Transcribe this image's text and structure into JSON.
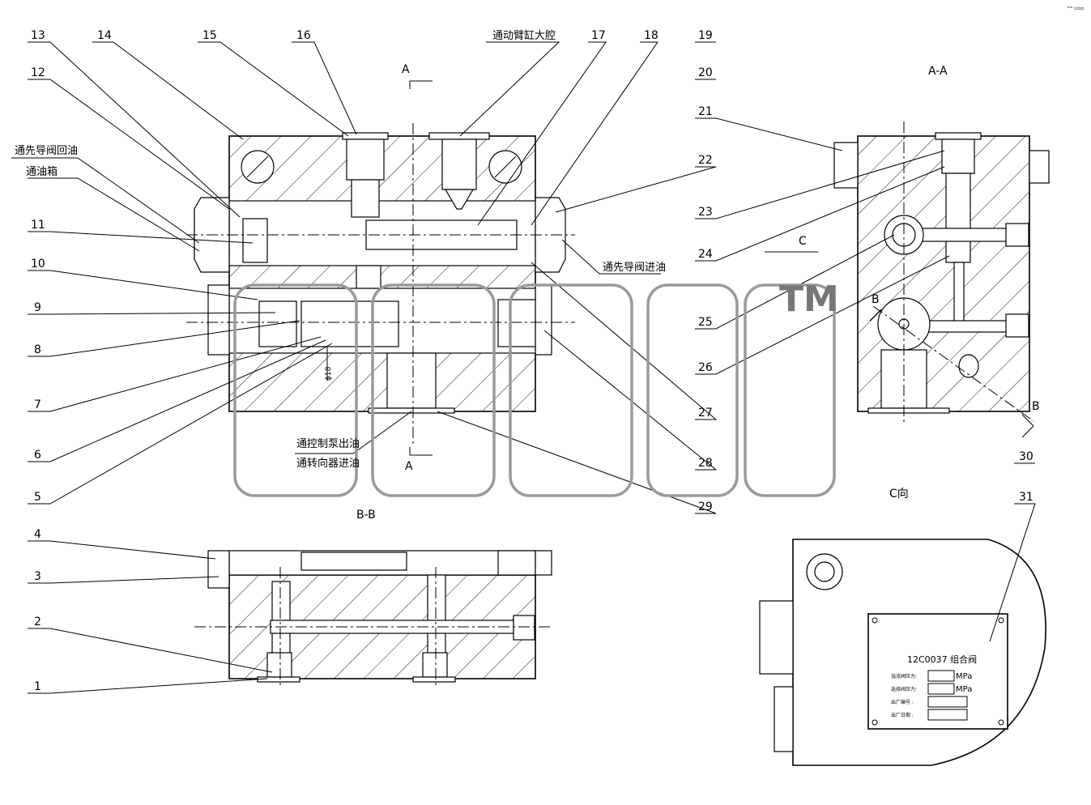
{
  "views": {
    "main_section_top": "A",
    "main_section_bottom": "A",
    "view_aa": "A-A",
    "view_bb": "B-B",
    "view_c_arrow": "C",
    "view_c": "C向",
    "section_b_top": "B",
    "section_b_bottom": "B"
  },
  "part_numbers": [
    "1",
    "2",
    "3",
    "4",
    "5",
    "6",
    "7",
    "8",
    "9",
    "10",
    "11",
    "12",
    "13",
    "14",
    "15",
    "16",
    "17",
    "18",
    "19",
    "20",
    "21",
    "22",
    "23",
    "24",
    "25",
    "26",
    "27",
    "28",
    "29",
    "30",
    "31"
  ],
  "annotations": {
    "pilot_return": "通先导阀回油",
    "to_tank": "通油箱",
    "to_boom_cyl": "通动臂缸大腔",
    "pilot_inlet": "通先导阀进油",
    "pump_out": "通控制泵出油",
    "steering_in": "通转向器进油",
    "diameter": "ϕ18"
  },
  "nameplate": {
    "model": "12C0037 组合阀",
    "relief_pressure_label": "溢流阀压力:",
    "select_pressure_label": "选择阀压力:",
    "unit_mpa": "MPa",
    "serial_label": "出厂编号  :",
    "date_label": "出厂日期  :"
  },
  "watermark": "TM",
  "corner_mark": "ᵉᵐ ▫▫▫"
}
